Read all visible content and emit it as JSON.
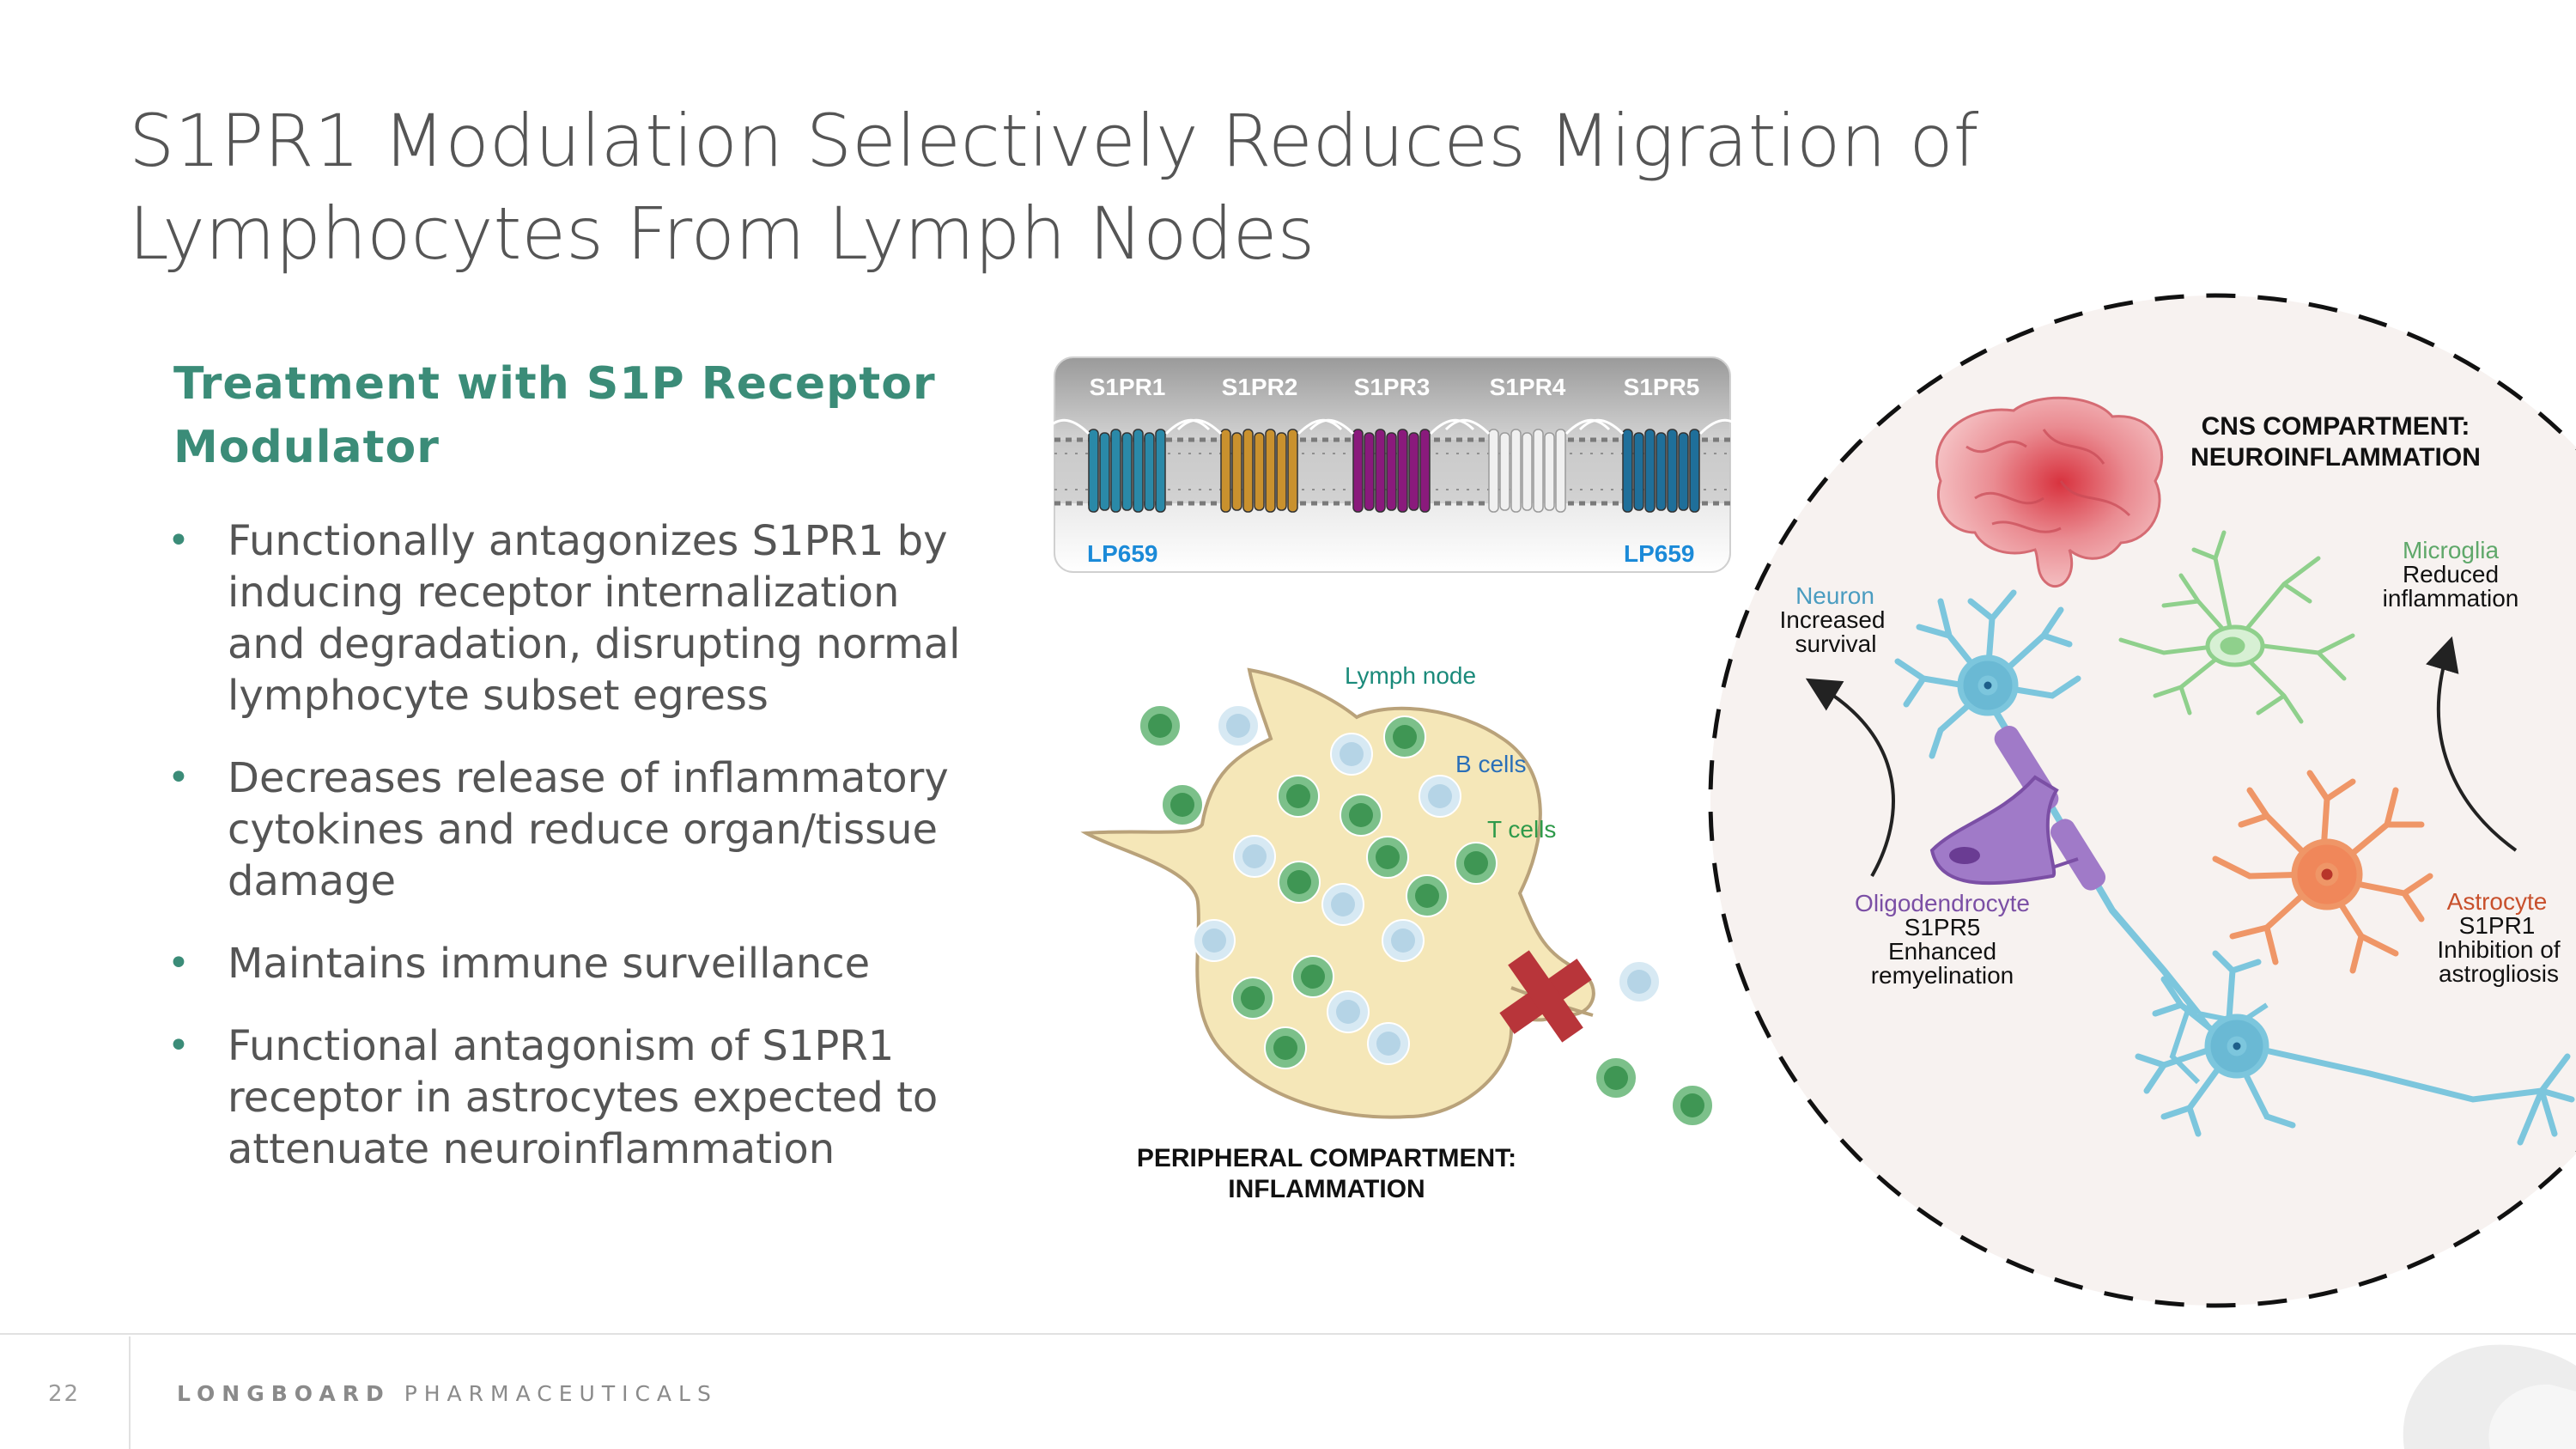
{
  "title": {
    "line1": "S1PR1 Modulation Selectively Reduces Migration of",
    "line2": "Lymphocytes From Lymph Nodes"
  },
  "subheading": {
    "line1": "Treatment with S1P Receptor",
    "line2": "Modulator"
  },
  "bullets": [
    [
      "Functionally antagonizes S1PR1 by",
      "inducing receptor internalization",
      "and degradation, disrupting normal",
      "lymphocyte subset egress"
    ],
    [
      "Decreases release of inflammatory",
      "cytokines and reduce organ/tissue",
      "damage"
    ],
    [
      "Maintains immune surveillance"
    ],
    [
      "Functional antagonism of S1PR1",
      "receptor in astrocytes expected to",
      "attenuate neuroinflammation"
    ]
  ],
  "bullet_glyph": "•",
  "receptor_panel": {
    "labels": [
      "S1PR1",
      "S1PR2",
      "S1PR3",
      "S1PR4",
      "S1PR5"
    ],
    "colors": [
      "#2a89a8",
      "#c9912e",
      "#8a1a7c",
      "#f0f0f0",
      "#1f6f9a"
    ],
    "drug_left": "LP659",
    "drug_right": "LP659"
  },
  "peripheral": {
    "lymph_node_label": "Lymph node",
    "b_cells_label": "B cells",
    "t_cells_label": "T cells",
    "caption_line1": "PERIPHERAL COMPARTMENT:",
    "caption_line2": "INFLAMMATION",
    "blocked_icon": "red-cross-icon"
  },
  "cns": {
    "title_line1": "CNS COMPARTMENT:",
    "title_line2": "NEUROINFLAMMATION",
    "neuron": {
      "name": "Neuron",
      "line1": "Increased",
      "line2": "survival"
    },
    "microglia": {
      "name": "Microglia",
      "line1": "Reduced",
      "line2": "inflammation"
    },
    "oligodendrocyte": {
      "name": "Oligodendrocyte",
      "line1": "S1PR5",
      "line2": "Enhanced",
      "line3": "remyelination"
    },
    "astrocyte": {
      "name": "Astrocyte",
      "line1": "S1PR1",
      "line2": "Inhibition of",
      "line3": "astrogliosis"
    }
  },
  "colors": {
    "title": "#555555",
    "accent_green": "#3b8c78",
    "label_blue": "#2a6fb8",
    "label_teal": "#1a8a7a",
    "neuron_blue": "#4a9cc0",
    "microglia_green": "#5fa86a",
    "oligo_purple": "#7b4fa5",
    "astro_red": "#c8502c"
  },
  "footer": {
    "page_number": "22",
    "company_bold": "LONGBOARD",
    "company_light": "PHARMACEUTICALS"
  }
}
